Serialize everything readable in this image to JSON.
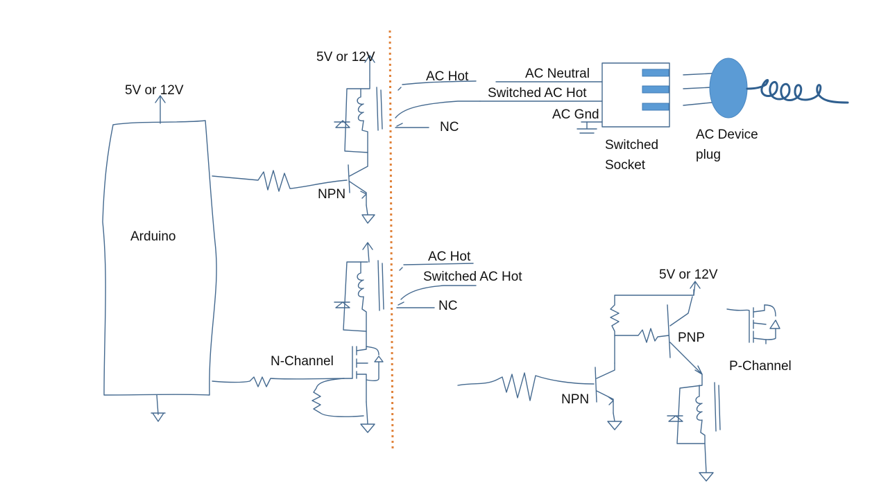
{
  "labels": {
    "arduino": "Arduino",
    "arduino_supply": "5V or 12V",
    "relay1_supply": "5V or 12V",
    "relay1_ac_hot": "AC  Hot",
    "relay1_nc": "NC",
    "relay1_transistor": "NPN",
    "socket_ac_neutral": "AC Neutral",
    "socket_switched_hot": "Switched AC Hot",
    "socket_ac_gnd": "AC Gnd",
    "socket_name_line1": "Switched",
    "socket_name_line2": "Socket",
    "device_line1": "AC Device",
    "device_line2": "plug",
    "relay2_ac_hot": "AC  Hot",
    "relay2_switched_hot": "Switched AC Hot",
    "relay2_nc": "NC",
    "relay2_transistor": "N-Channel",
    "relay3_supply": "5V or 12V",
    "relay3_high_side": "PNP",
    "relay3_low_side": "NPN",
    "relay3_alt": "P-Channel"
  },
  "colors": {
    "wire": "#44698f",
    "isolation_line": "#e0823a",
    "socket_slot": "#5b9bd5",
    "plug_body": "#5b9bd5",
    "cord": "#2f5f8f",
    "text": "#111111"
  }
}
